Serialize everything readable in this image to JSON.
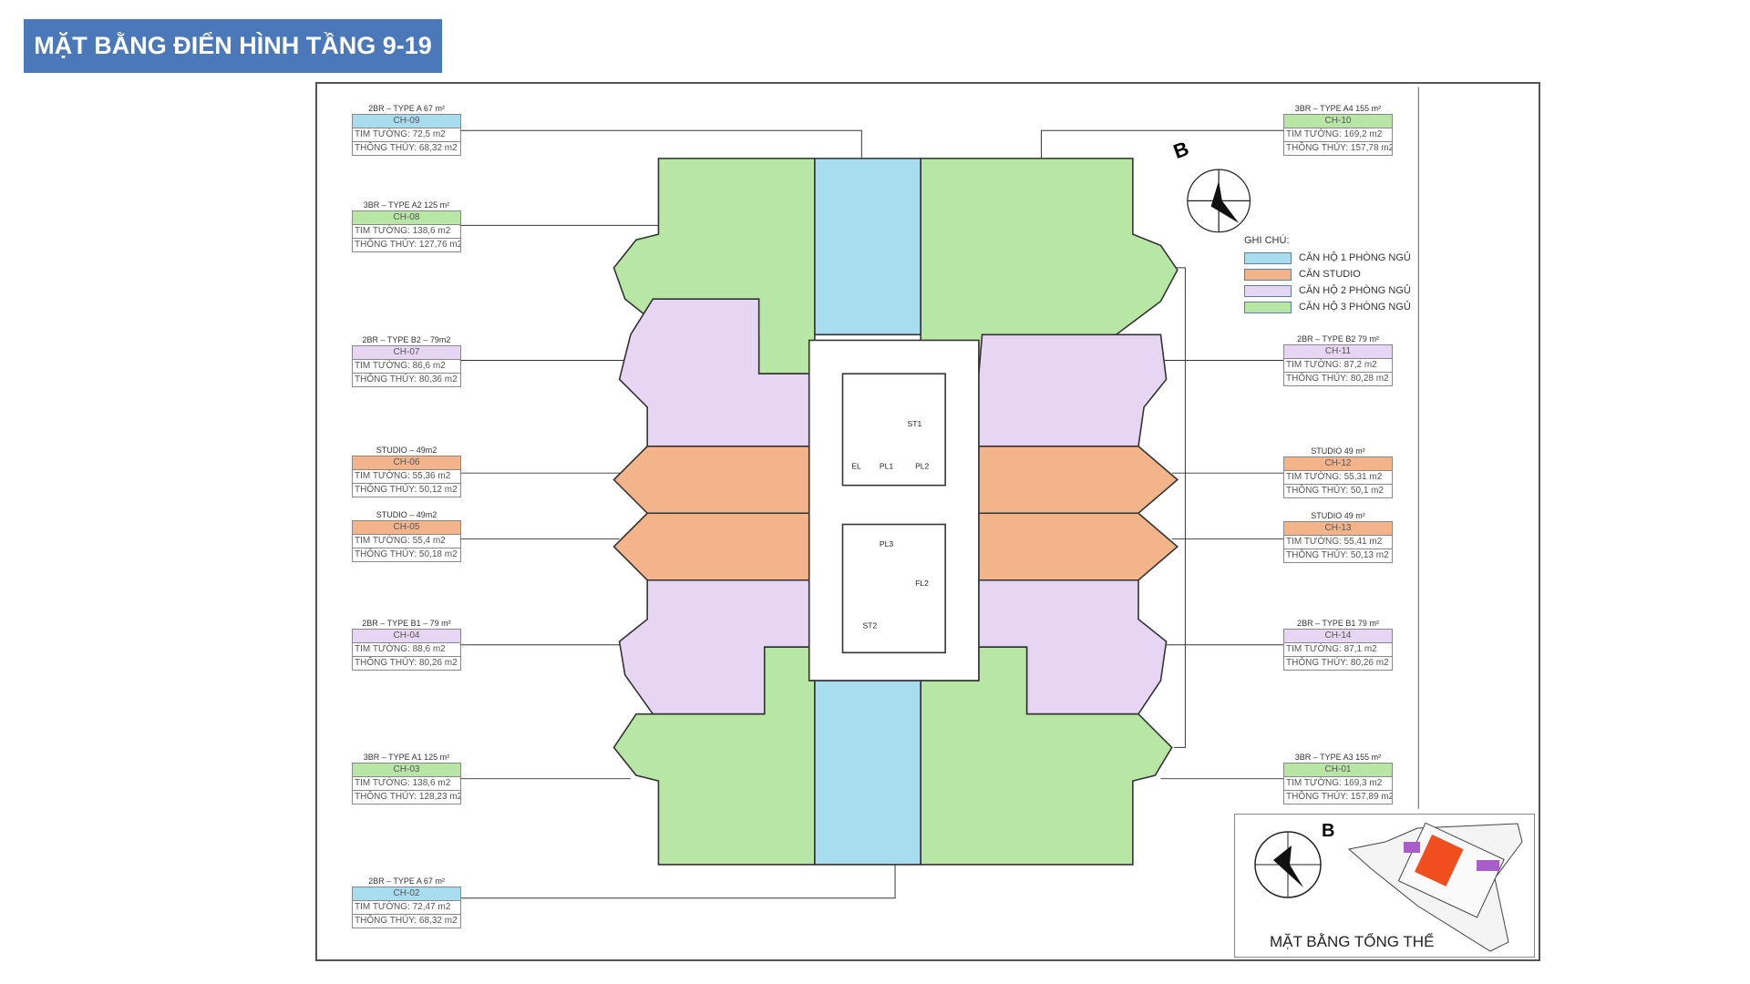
{
  "title": "MẶT BẰNG ĐIỂN HÌNH TẦNG 9-19",
  "colors": {
    "one_bed": "#a8dcef",
    "studio": "#f3b48a",
    "two_bed": "#e6d6f3",
    "three_bed": "#b8e6a4",
    "title_bg": "#4a78b8",
    "site_highlight": "#f04e1e"
  },
  "units_left": [
    {
      "title": "2BR – TYPE A 67 m²",
      "code": "CH-09",
      "tim_tuong": "TIM TƯỜNG: 72,5 m2",
      "thong_thuy": "THÔNG THỦY: 68,32 m2",
      "kind": "one_bed"
    },
    {
      "title": "3BR – TYPE A2 125 m²",
      "code": "CH-08",
      "tim_tuong": "TIM TƯỜNG: 138,6 m2",
      "thong_thuy": "THÔNG THỦY: 127,76 m2",
      "kind": "three_bed"
    },
    {
      "title": "2BR – TYPE B2 – 79m2",
      "code": "CH-07",
      "tim_tuong": "TIM TƯỜNG: 86,6 m2",
      "thong_thuy": "THÔNG THỦY: 80,36 m2",
      "kind": "two_bed"
    },
    {
      "title": "STUDIO – 49m2",
      "code": "CH-06",
      "tim_tuong": "TIM TƯỜNG: 55,36 m2",
      "thong_thuy": "THÔNG THỦY: 50,12 m2",
      "kind": "studio"
    },
    {
      "title": "STUDIO – 49m2",
      "code": "CH-05",
      "tim_tuong": "TIM TƯỜNG: 55,4 m2",
      "thong_thuy": "THÔNG THỦY: 50,18 m2",
      "kind": "studio"
    },
    {
      "title": "2BR – TYPE B1 – 79 m²",
      "code": "CH-04",
      "tim_tuong": "TIM TƯỜNG: 88,6 m2",
      "thong_thuy": "THÔNG THỦY: 80,26 m2",
      "kind": "two_bed"
    },
    {
      "title": "3BR – TYPE A1 125 m²",
      "code": "CH-03",
      "tim_tuong": "TIM TƯỜNG: 138,6 m2",
      "thong_thuy": "THÔNG THỦY: 128,23 m2",
      "kind": "three_bed"
    },
    {
      "title": "2BR – TYPE A 67 m²",
      "code": "CH-02",
      "tim_tuong": "TIM TƯỜNG: 72,47 m2",
      "thong_thuy": "THÔNG THỦY: 68,32 m2",
      "kind": "one_bed"
    }
  ],
  "units_right": [
    {
      "title": "3BR – TYPE A4 155 m²",
      "code": "CH-10",
      "tim_tuong": "TIM TƯỜNG: 169,2 m2",
      "thong_thuy": "THÔNG THỦY: 157,78 m2",
      "kind": "three_bed"
    },
    {
      "title": "2BR – TYPE B2 79 m²",
      "code": "CH-11",
      "tim_tuong": "TIM TƯỜNG: 87,2 m2",
      "thong_thuy": "THÔNG THỦY: 80,28 m2",
      "kind": "two_bed"
    },
    {
      "title": "STUDIO 49 m²",
      "code": "CH-12",
      "tim_tuong": "TIM TƯỜNG: 55,31 m2",
      "thong_thuy": "THÔNG THỦY: 50,1 m2",
      "kind": "studio"
    },
    {
      "title": "STUDIO 49 m²",
      "code": "CH-13",
      "tim_tuong": "TIM TƯỜNG: 55,41 m2",
      "thong_thuy": "THÔNG THỦY: 50,13 m2",
      "kind": "studio"
    },
    {
      "title": "2BR – TYPE B1 79 m²",
      "code": "CH-14",
      "tim_tuong": "TIM TƯỜNG: 87,1 m2",
      "thong_thuy": "THÔNG THỦY: 80,26 m2",
      "kind": "two_bed"
    },
    {
      "title": "3BR – TYPE A3 155 m²",
      "code": "CH-01",
      "tim_tuong": "TIM TƯỜNG: 169,3 m2",
      "thong_thuy": "THÔNG THỦY: 157,89 m2",
      "kind": "three_bed"
    }
  ],
  "legend": {
    "heading": "GHI CHÚ:",
    "items": [
      {
        "label": "CĂN HỘ 1 PHÒNG NGỦ",
        "kind": "one_bed"
      },
      {
        "label": "CĂN STUDIO",
        "kind": "studio"
      },
      {
        "label": "CĂN HỘ 2 PHÒNG NGỦ",
        "kind": "two_bed"
      },
      {
        "label": "CĂN HỘ 3 PHÒNG NGỦ",
        "kind": "three_bed"
      }
    ]
  },
  "core": {
    "st1": "ST1",
    "st2": "ST2",
    "el": "EL",
    "pl1": "PL1",
    "pl2": "PL2",
    "pl3": "PL3",
    "fl2": "FL2"
  },
  "compass_label": "B",
  "inset": {
    "caption": "MẶT BẰNG TỔNG THỂ",
    "compass_label": "B"
  }
}
